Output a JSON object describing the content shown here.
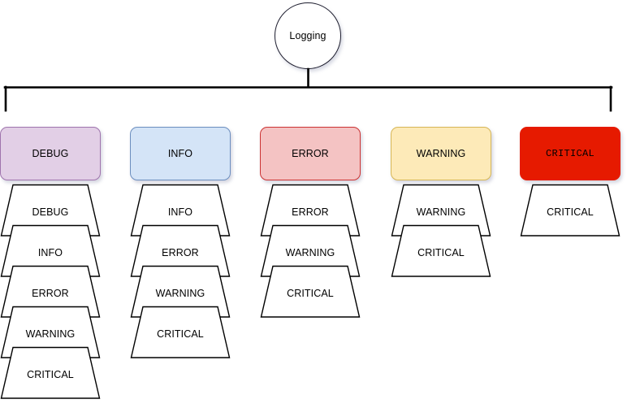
{
  "diagram": {
    "title": "Logging",
    "background": "#ffffff",
    "root": {
      "label": "Logging",
      "shape": "circle",
      "fill": "#ffffff",
      "stroke": "#1d1d2e"
    },
    "connector": {
      "stroke": "#000000",
      "style": "orthogonal-bus"
    },
    "columns": [
      {
        "id": "debug",
        "header": {
          "label": "DEBUG",
          "fill": "#e2cfe6",
          "stroke": "#9f74ad",
          "text_color": "#000000",
          "font": "sans"
        },
        "levels": [
          "DEBUG",
          "INFO",
          "ERROR",
          "WARNING",
          "CRITICAL"
        ]
      },
      {
        "id": "info",
        "header": {
          "label": "INFO",
          "fill": "#d4e4f7",
          "stroke": "#6c8ebf",
          "text_color": "#000000",
          "font": "sans"
        },
        "levels": [
          "INFO",
          "ERROR",
          "WARNING",
          "CRITICAL"
        ]
      },
      {
        "id": "error",
        "header": {
          "label": "ERROR",
          "fill": "#f4c3c3",
          "stroke": "#cc3333",
          "text_color": "#000000",
          "font": "sans"
        },
        "levels": [
          "ERROR",
          "WARNING",
          "CRITICAL"
        ]
      },
      {
        "id": "warning",
        "header": {
          "label": "WARNING",
          "fill": "#fdeab8",
          "stroke": "#d6b656",
          "text_color": "#000000",
          "font": "sans"
        },
        "levels": [
          "WARNING",
          "CRITICAL"
        ]
      },
      {
        "id": "critical",
        "header": {
          "label": "CRITICAL",
          "fill": "#e61a00",
          "stroke": "#e61a00",
          "text_color": "#000000",
          "font": "mono"
        },
        "levels": [
          "CRITICAL"
        ]
      }
    ],
    "trapezoid": {
      "fill": "#ffffff",
      "stroke": "#000000"
    }
  }
}
